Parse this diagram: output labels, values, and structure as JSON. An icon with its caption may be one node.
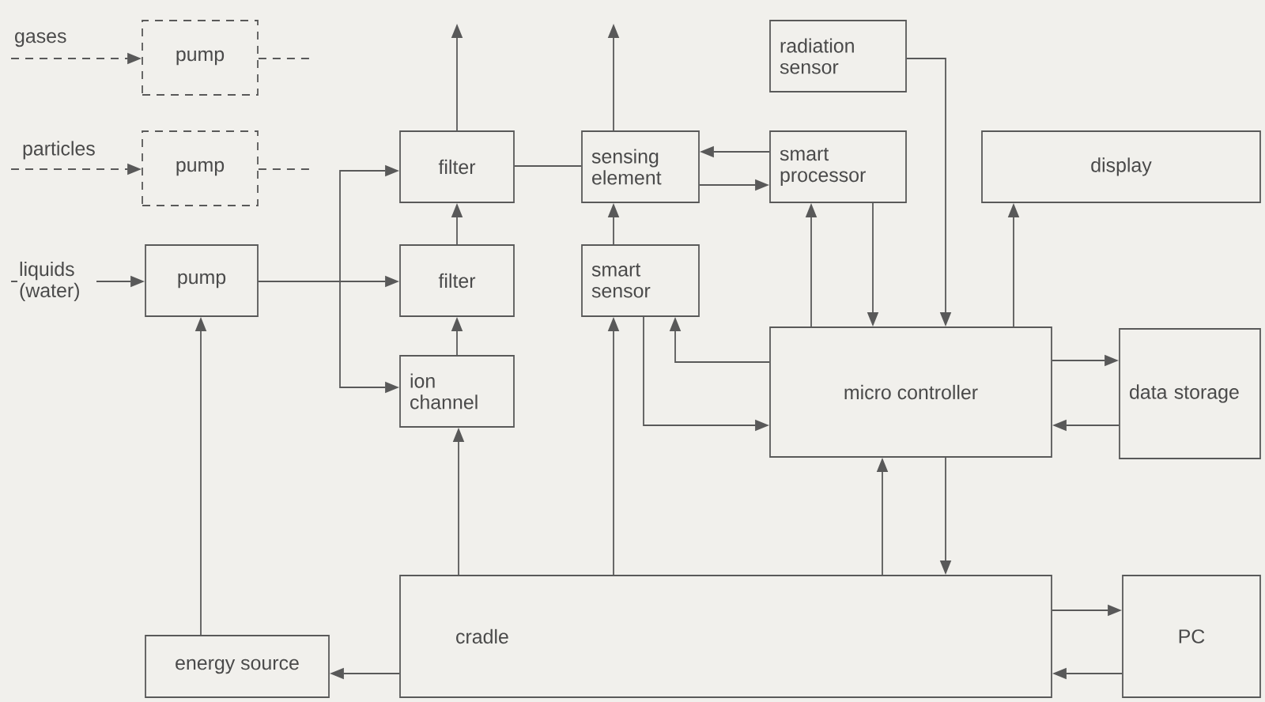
{
  "diagram": {
    "nodes": [
      {
        "text": [
          "pump"
        ]
      },
      {
        "text": [
          "pump"
        ]
      },
      {
        "text": [
          "pump"
        ]
      },
      {
        "text": [
          "filter"
        ]
      },
      {
        "text": [
          "filter"
        ]
      },
      {
        "text": [
          "ion channel"
        ]
      },
      {
        "text": [
          "sensing element"
        ]
      },
      {
        "text": [
          "smart sensor"
        ]
      },
      {
        "text": [
          "radiation sensor"
        ]
      },
      {
        "text": [
          "smart processor"
        ]
      },
      {
        "text": [
          "display"
        ]
      },
      {
        "text": [
          "micro controller"
        ]
      },
      {
        "text": [
          "data storage"
        ]
      },
      {
        "text": [
          "cradle"
        ]
      },
      {
        "text": [
          "PC"
        ]
      },
      {
        "text": [
          "energy source"
        ]
      }
    ],
    "edges": [
      {
        "from": null,
        "to": 0,
        "arrow": "to",
        "style": "dashed",
        "label": "gases"
      },
      {
        "from": null,
        "to": 1,
        "arrow": "to",
        "style": "dashed",
        "label": "particles"
      },
      {
        "from": 0,
        "to": null,
        "arrow": "none",
        "style": "dashed"
      },
      {
        "from": 1,
        "to": null,
        "arrow": "none",
        "style": "dashed"
      },
      {
        "from": null,
        "to": 2,
        "arrow": "to",
        "label": "liquids (water)"
      },
      {
        "from": 2,
        "to": 4,
        "arrow": "to"
      },
      {
        "from": 2,
        "to": 3,
        "arrow": "to"
      },
      {
        "from": 2,
        "to": 5,
        "arrow": "to"
      },
      {
        "from": 3,
        "to": null,
        "arrow": "to"
      },
      {
        "from": 6,
        "to": null,
        "arrow": "to"
      },
      {
        "from": 3,
        "to": 6,
        "arrow": "none"
      },
      {
        "from": 4,
        "to": 3,
        "arrow": "to"
      },
      {
        "from": 5,
        "to": 4,
        "arrow": "to"
      },
      {
        "from": 7,
        "to": 6,
        "arrow": "to"
      },
      {
        "from": 9,
        "to": 6,
        "arrow": "to"
      },
      {
        "from": 6,
        "to": 9,
        "arrow": "to"
      },
      {
        "from": 8,
        "to": 11,
        "arrow": "to"
      },
      {
        "from": 9,
        "to": 11,
        "arrow": "to"
      },
      {
        "from": 11,
        "to": 9,
        "arrow": "to"
      },
      {
        "from": 11,
        "to": 10,
        "arrow": "to"
      },
      {
        "from": 11,
        "to": 7,
        "arrow": "to"
      },
      {
        "from": 7,
        "to": 11,
        "arrow": "to"
      },
      {
        "from": 13,
        "to": 7,
        "arrow": "to"
      },
      {
        "from": 13,
        "to": 5,
        "arrow": "to"
      },
      {
        "from": 13,
        "to": 15,
        "arrow": "to"
      },
      {
        "from": 15,
        "to": 2,
        "arrow": "to"
      },
      {
        "from": 13,
        "to": 11,
        "arrow": "to"
      },
      {
        "from": 11,
        "to": 13,
        "arrow": "to"
      },
      {
        "from": 11,
        "to": 12,
        "arrow": "to"
      },
      {
        "from": 12,
        "to": 11,
        "arrow": "to"
      },
      {
        "from": 13,
        "to": 14,
        "arrow": "to"
      },
      {
        "from": 14,
        "to": 13,
        "arrow": "to"
      }
    ]
  }
}
